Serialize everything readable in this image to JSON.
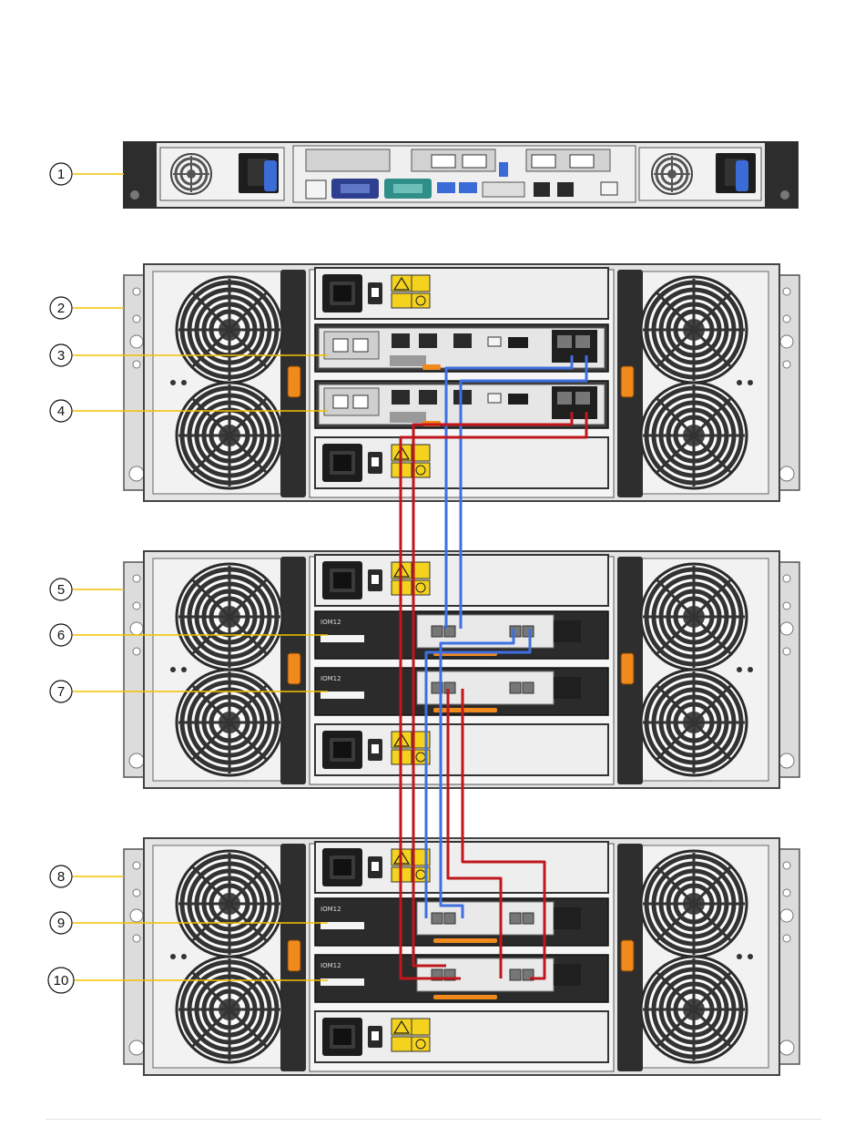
{
  "callouts": [
    "1",
    "2",
    "3",
    "4",
    "5",
    "6",
    "7",
    "8",
    "9",
    "10"
  ],
  "module_labels": {
    "iom": "IOM12"
  },
  "colors": {
    "callout_line": "#f2c200",
    "cable_blue": "#3f6fe0",
    "cable_red": "#c0161c",
    "chassis": "#d9d9d9",
    "module_dark": "#2b2b2b",
    "handle_orange": "#f08a1c",
    "vga_blue": "#2f3f8f",
    "serial_teal": "#2f8f88",
    "usb_blue": "#3a6bd6"
  },
  "icons": [
    "fan-icon",
    "power-inlet-icon",
    "warning-label-icon",
    "sas-port-icon",
    "ethernet-port-icon",
    "usb-port-icon"
  ]
}
